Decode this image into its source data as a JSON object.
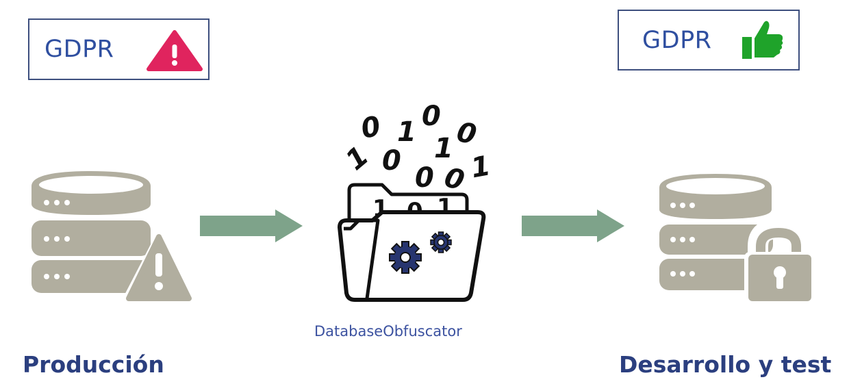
{
  "gdpr_left": {
    "text": "GDPR",
    "icon": "warning-triangle-icon",
    "icon_color": "#e0245e"
  },
  "gdpr_right": {
    "text": "GDPR",
    "icon": "thumbs-up-icon",
    "icon_color": "#1fa32a"
  },
  "tool": {
    "label": "DatabaseObfuscator",
    "icon": "folder-gears-icon",
    "binary_digits": [
      "0",
      "1",
      "0",
      "0",
      "1",
      "0",
      "0",
      "1",
      "0",
      "1"
    ]
  },
  "source": {
    "label": "Producción",
    "icon": "database-warning-icon"
  },
  "target": {
    "label": "Desarrollo y test",
    "icon": "database-lock-icon"
  },
  "colors": {
    "arrow": "#7ea38a",
    "db_gray": "#b1ae9f",
    "heading": "#2b3f7f",
    "border": "#3d4f7e"
  }
}
